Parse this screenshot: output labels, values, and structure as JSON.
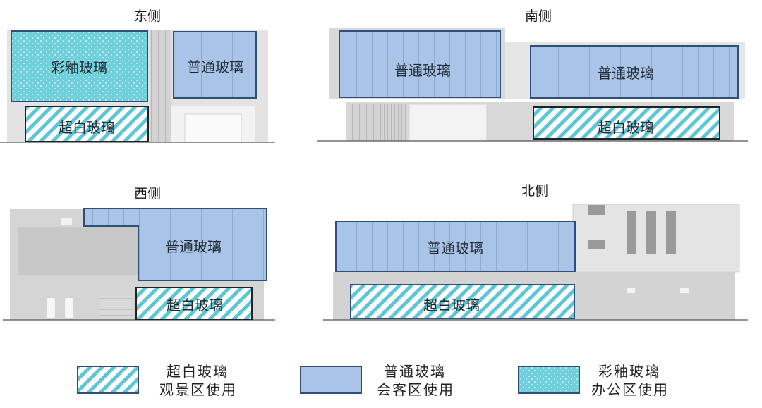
{
  "views": {
    "east": {
      "title": "东侧"
    },
    "south": {
      "title": "南侧"
    },
    "west": {
      "title": "西侧"
    },
    "north": {
      "title": "北侧"
    }
  },
  "glass_types": {
    "ultra_white": {
      "name": "超白玻璃",
      "usage": "观景区使用",
      "color": "#5cc6d6",
      "pattern": "diagonal-stripes"
    },
    "ordinary": {
      "name": "普通玻璃",
      "usage": "会客区使用",
      "color": "#a9c4e6",
      "pattern": "solid-with-mullions"
    },
    "colored_glaze": {
      "name": "彩釉玻璃",
      "usage": "办公区使用",
      "color": "#6fd0dc",
      "pattern": "dots"
    }
  },
  "colors": {
    "building_gray": "#c9c9c9",
    "building_light": "#e6e6e6",
    "outline_blue": "#2f4f7a"
  }
}
